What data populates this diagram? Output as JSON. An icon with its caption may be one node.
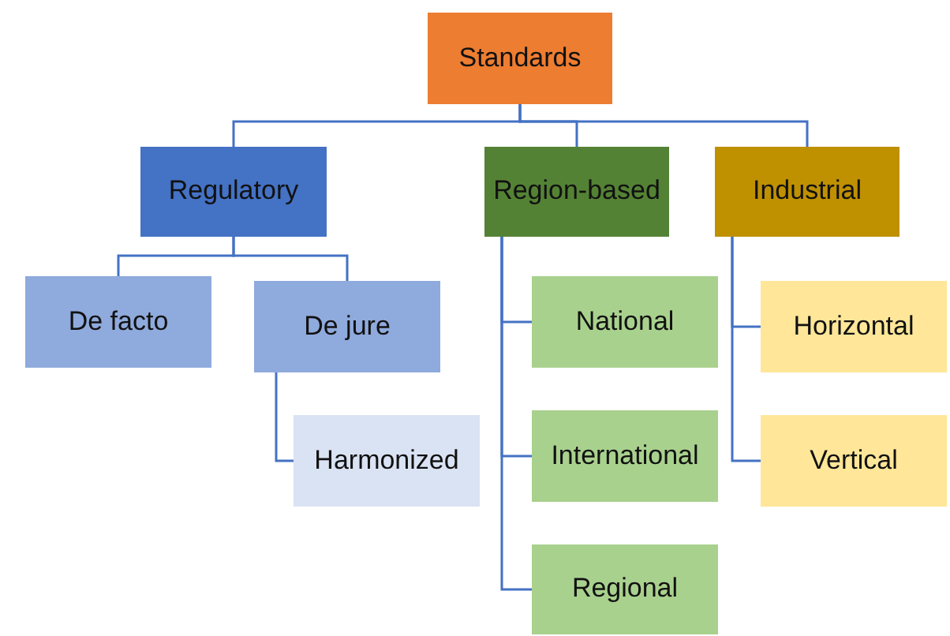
{
  "diagram": {
    "nodes": [
      {
        "text": [
          "Standards"
        ]
      },
      {
        "text": [
          "Regulatory"
        ]
      },
      {
        "text": [
          "Region-based"
        ]
      },
      {
        "text": [
          "Industrial"
        ]
      },
      {
        "text": [
          "De facto"
        ]
      },
      {
        "text": [
          "De jure"
        ]
      },
      {
        "text": [
          "Harmonized"
        ]
      },
      {
        "text": [
          "National"
        ]
      },
      {
        "text": [
          "International"
        ]
      },
      {
        "text": [
          "Regional"
        ]
      },
      {
        "text": [
          "Horizontal"
        ]
      },
      {
        "text": [
          "Vertical"
        ]
      }
    ],
    "edges": [
      {
        "from": 0,
        "to": 1,
        "arrow": "none"
      },
      {
        "from": 0,
        "to": 2,
        "arrow": "none"
      },
      {
        "from": 0,
        "to": 3,
        "arrow": "none"
      },
      {
        "from": 1,
        "to": 4,
        "arrow": "none"
      },
      {
        "from": 1,
        "to": 5,
        "arrow": "none"
      },
      {
        "from": 5,
        "to": 6,
        "arrow": "none"
      },
      {
        "from": 2,
        "to": 7,
        "arrow": "none"
      },
      {
        "from": 2,
        "to": 8,
        "arrow": "none"
      },
      {
        "from": 2,
        "to": 9,
        "arrow": "none"
      },
      {
        "from": 3,
        "to": 10,
        "arrow": "none"
      },
      {
        "from": 3,
        "to": 11,
        "arrow": "none"
      }
    ]
  }
}
